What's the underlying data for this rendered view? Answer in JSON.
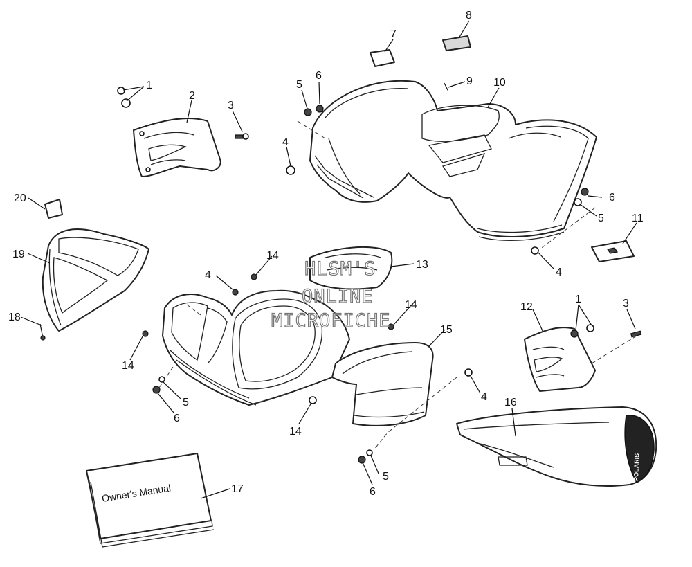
{
  "diagram": {
    "callouts": [
      "1",
      "2",
      "3",
      "4",
      "5",
      "6",
      "7",
      "8",
      "9",
      "10",
      "11",
      "12",
      "13",
      "14",
      "15",
      "16",
      "17",
      "18",
      "19",
      "20"
    ],
    "owners_manual_text": "Owner's Manual",
    "watermark": [
      "HLSM'S",
      "ONLINE",
      "MICROFICHE"
    ],
    "seat_brand": "POLARIS"
  }
}
